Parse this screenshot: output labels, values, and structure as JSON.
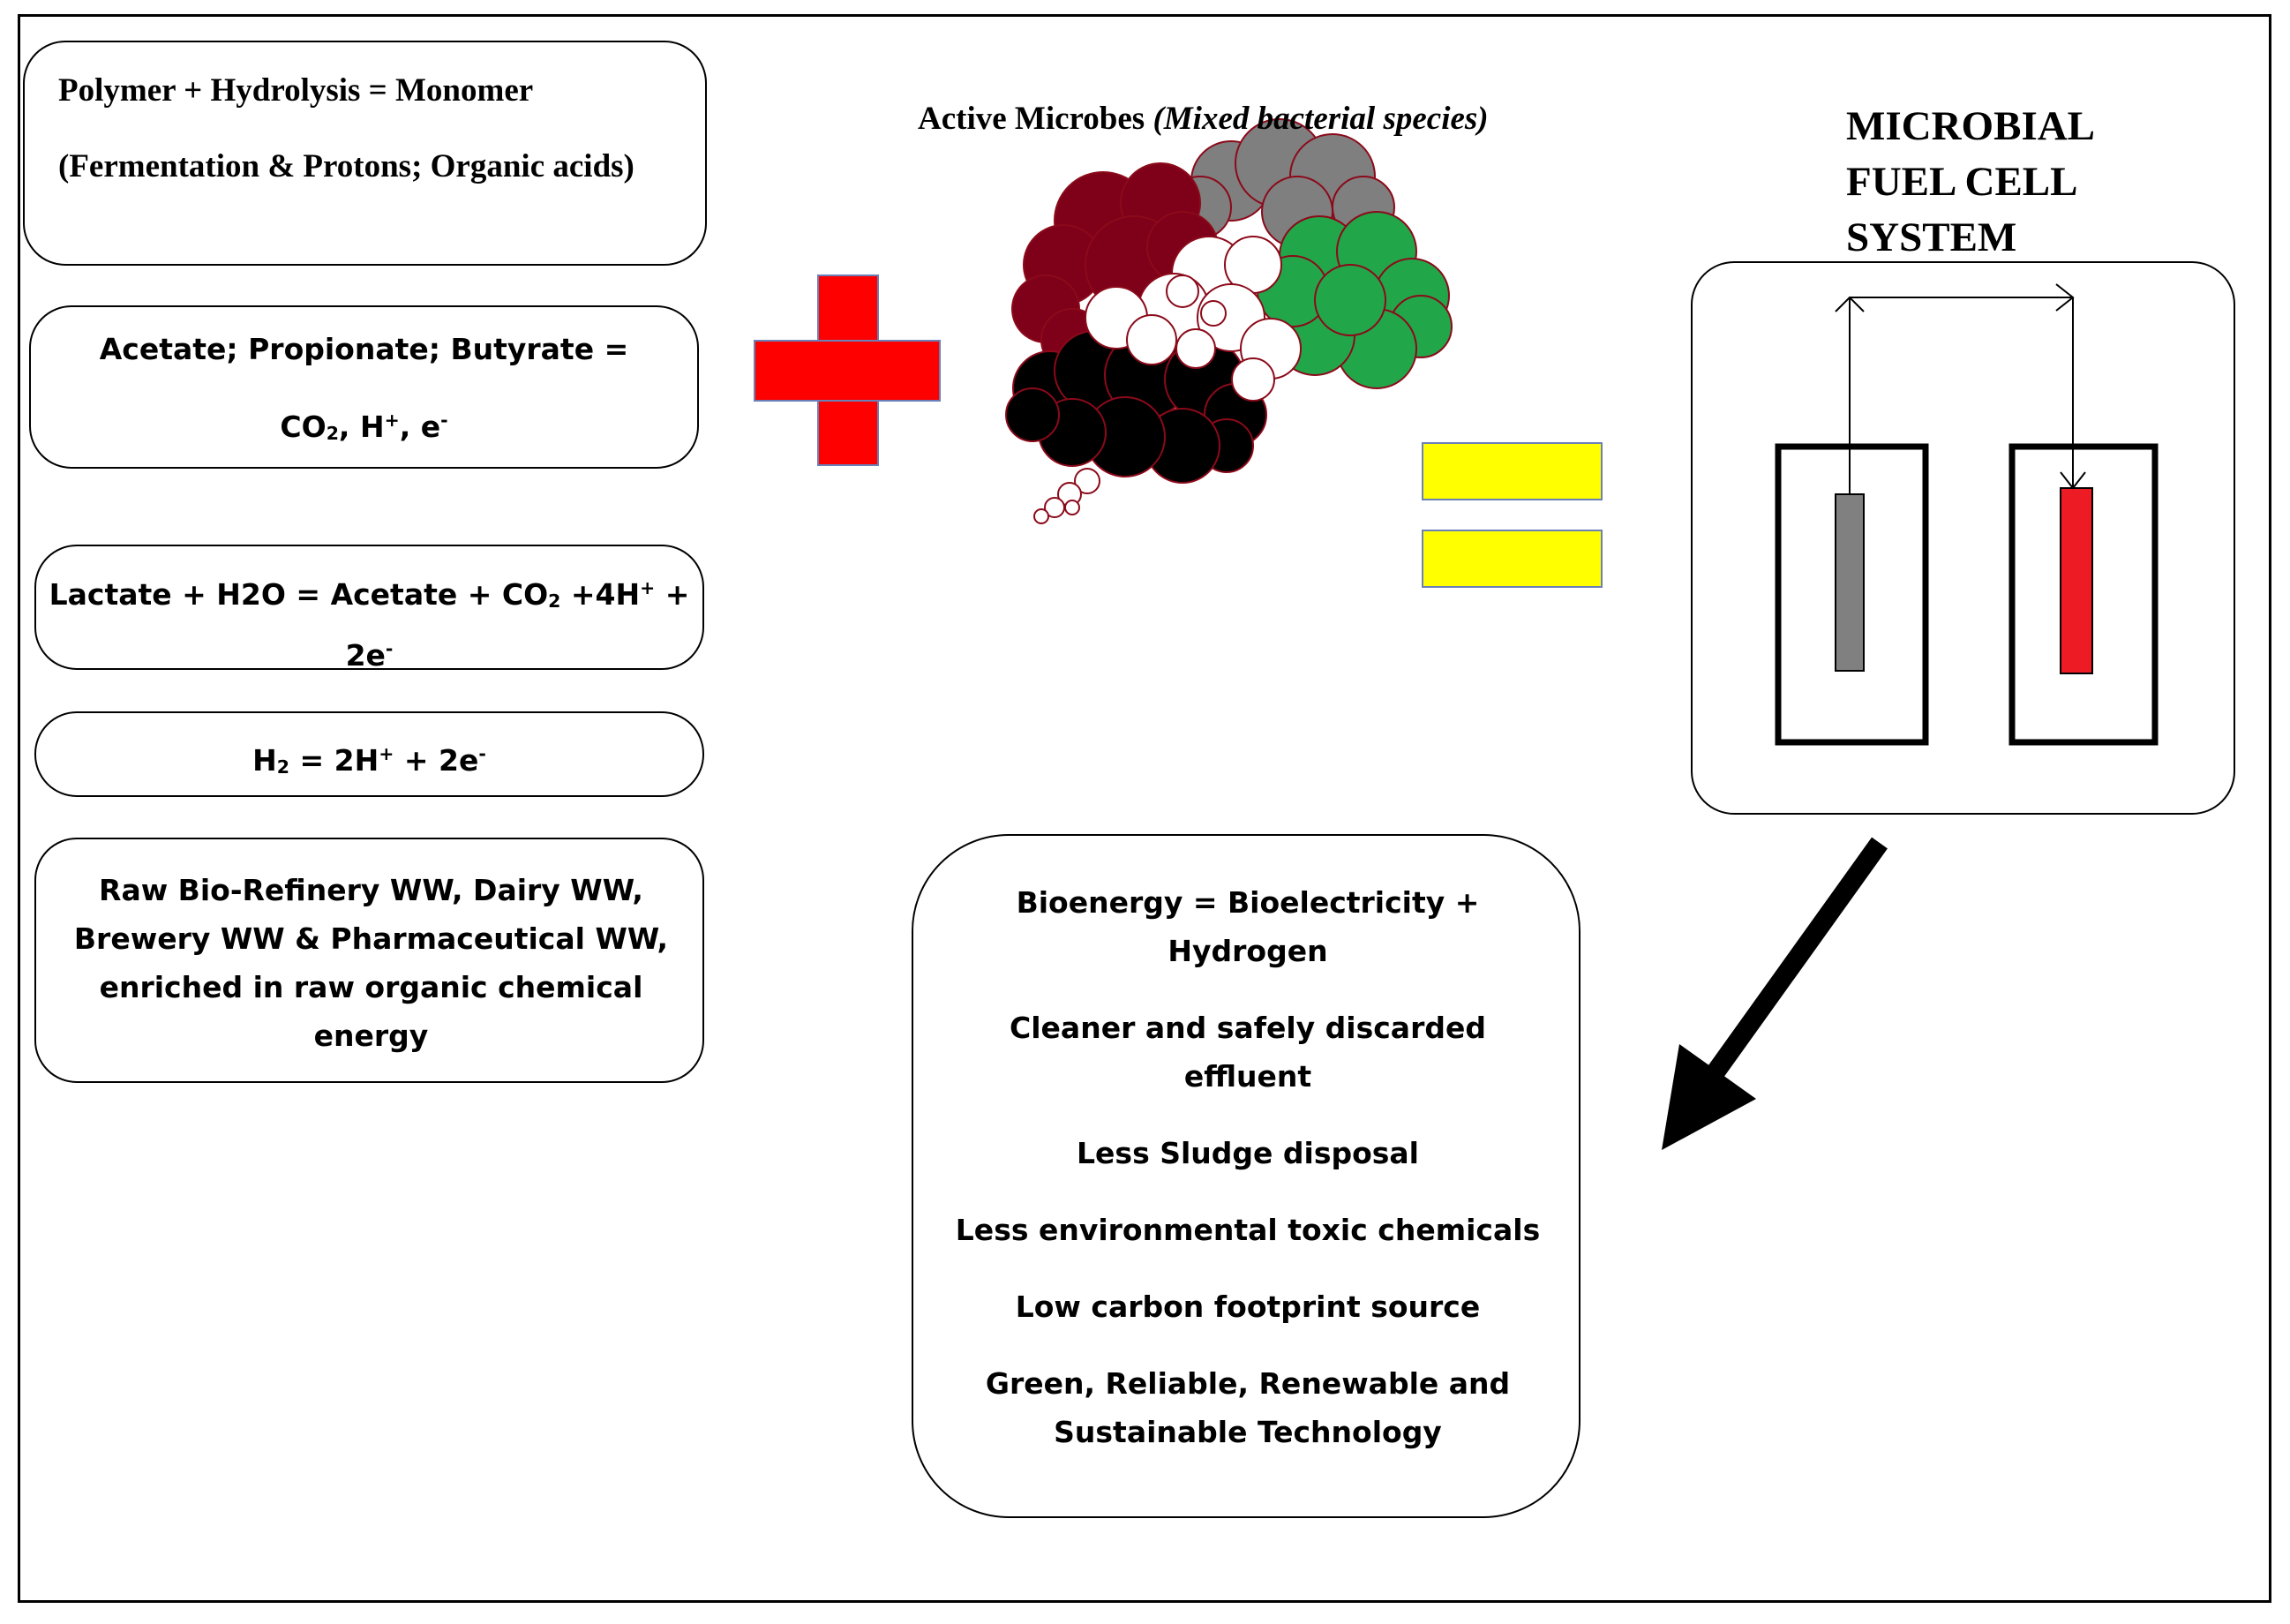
{
  "boxes": {
    "polymer": {
      "line1": "Polymer + Hydrolysis = Monomer",
      "line2": "(Fermentation & Protons; Organic acids)"
    },
    "acetate": {
      "line1": "Acetate; Propionate; Butyrate =",
      "co": "CO",
      "co_sub": "2",
      "h": ", H",
      "h_sup": "+",
      "e": ", e",
      "e_sup": "-"
    },
    "lactate": {
      "text": "Lactate + H2O = Acetate + CO",
      "co_sub": "2",
      "mid": " +4H",
      "h_sup": "+",
      "end": " +",
      "two_e": "2e",
      "e_sup": "-"
    },
    "hydrogen": {
      "h": "H",
      "h_sub": "2",
      "mid": " = 2H",
      "h_sup": "+",
      "end": " + 2e",
      "e_sup": "-"
    },
    "wastewater": {
      "text": "Raw Bio-Refinery WW, Dairy WW, Brewery WW & Pharmaceutical WW, enriched in raw organic chemical energy"
    }
  },
  "microbes": {
    "title": "Active Microbes ",
    "title_italic": "(Mixed bacterial species)",
    "colors": {
      "dark_red": "#7f0019",
      "gray": "#7f7f7f",
      "green": "#22a64a",
      "black": "#000000",
      "outline": "#8b0a1a"
    }
  },
  "mfc": {
    "title_lines": [
      "MICROBIAL",
      "FUEL CELL",
      "SYSTEM"
    ],
    "anode_color": "#808080",
    "cathode_color": "#ed1c24"
  },
  "symbols": {
    "plus_color": "#ff0000",
    "equals_color": "#ffff00"
  },
  "benefits": [
    "Bioenergy = Bioelectricity + Hydrogen",
    "Cleaner and safely discarded effluent",
    "Less Sludge disposal",
    "Less environmental toxic chemicals",
    "Low carbon footprint source",
    "Green, Reliable, Renewable and Sustainable Technology"
  ]
}
